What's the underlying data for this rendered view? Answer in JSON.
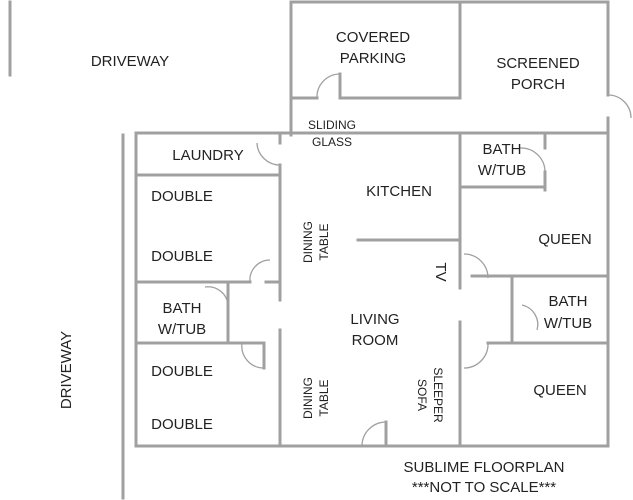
{
  "labels": {
    "driveway_top": "DRIVEWAY",
    "driveway_side": "DRIVEWAY",
    "covered_parking": [
      "COVERED",
      "PARKING"
    ],
    "screened_porch": [
      "SCREENED",
      "PORCH"
    ],
    "sliding_glass": [
      "SLIDING",
      "GLASS"
    ],
    "laundry": "LAUNDRY",
    "kitchen": "KITCHEN",
    "bath_top_right": [
      "BATH",
      "W/TUB"
    ],
    "queen_top": "QUEEN",
    "double_1": "DOUBLE",
    "double_2": "DOUBLE",
    "dining_table_top": [
      "DINING",
      "TABLE"
    ],
    "tv": "TV",
    "bath_left": [
      "BATH",
      "W/TUB"
    ],
    "living_room": [
      "LIVING",
      "ROOM"
    ],
    "bath_right": [
      "BATH",
      "W/TUB"
    ],
    "double_3": "DOUBLE",
    "double_4": "DOUBLE",
    "dining_table_bottom": [
      "DINING",
      "TABLE"
    ],
    "sleeper_sofa": [
      "SLEEPER",
      "SOFA"
    ],
    "queen_bottom": "QUEEN"
  },
  "caption": {
    "title": "SUBLIME FLOORPLAN",
    "note": "***NOT TO SCALE***"
  }
}
